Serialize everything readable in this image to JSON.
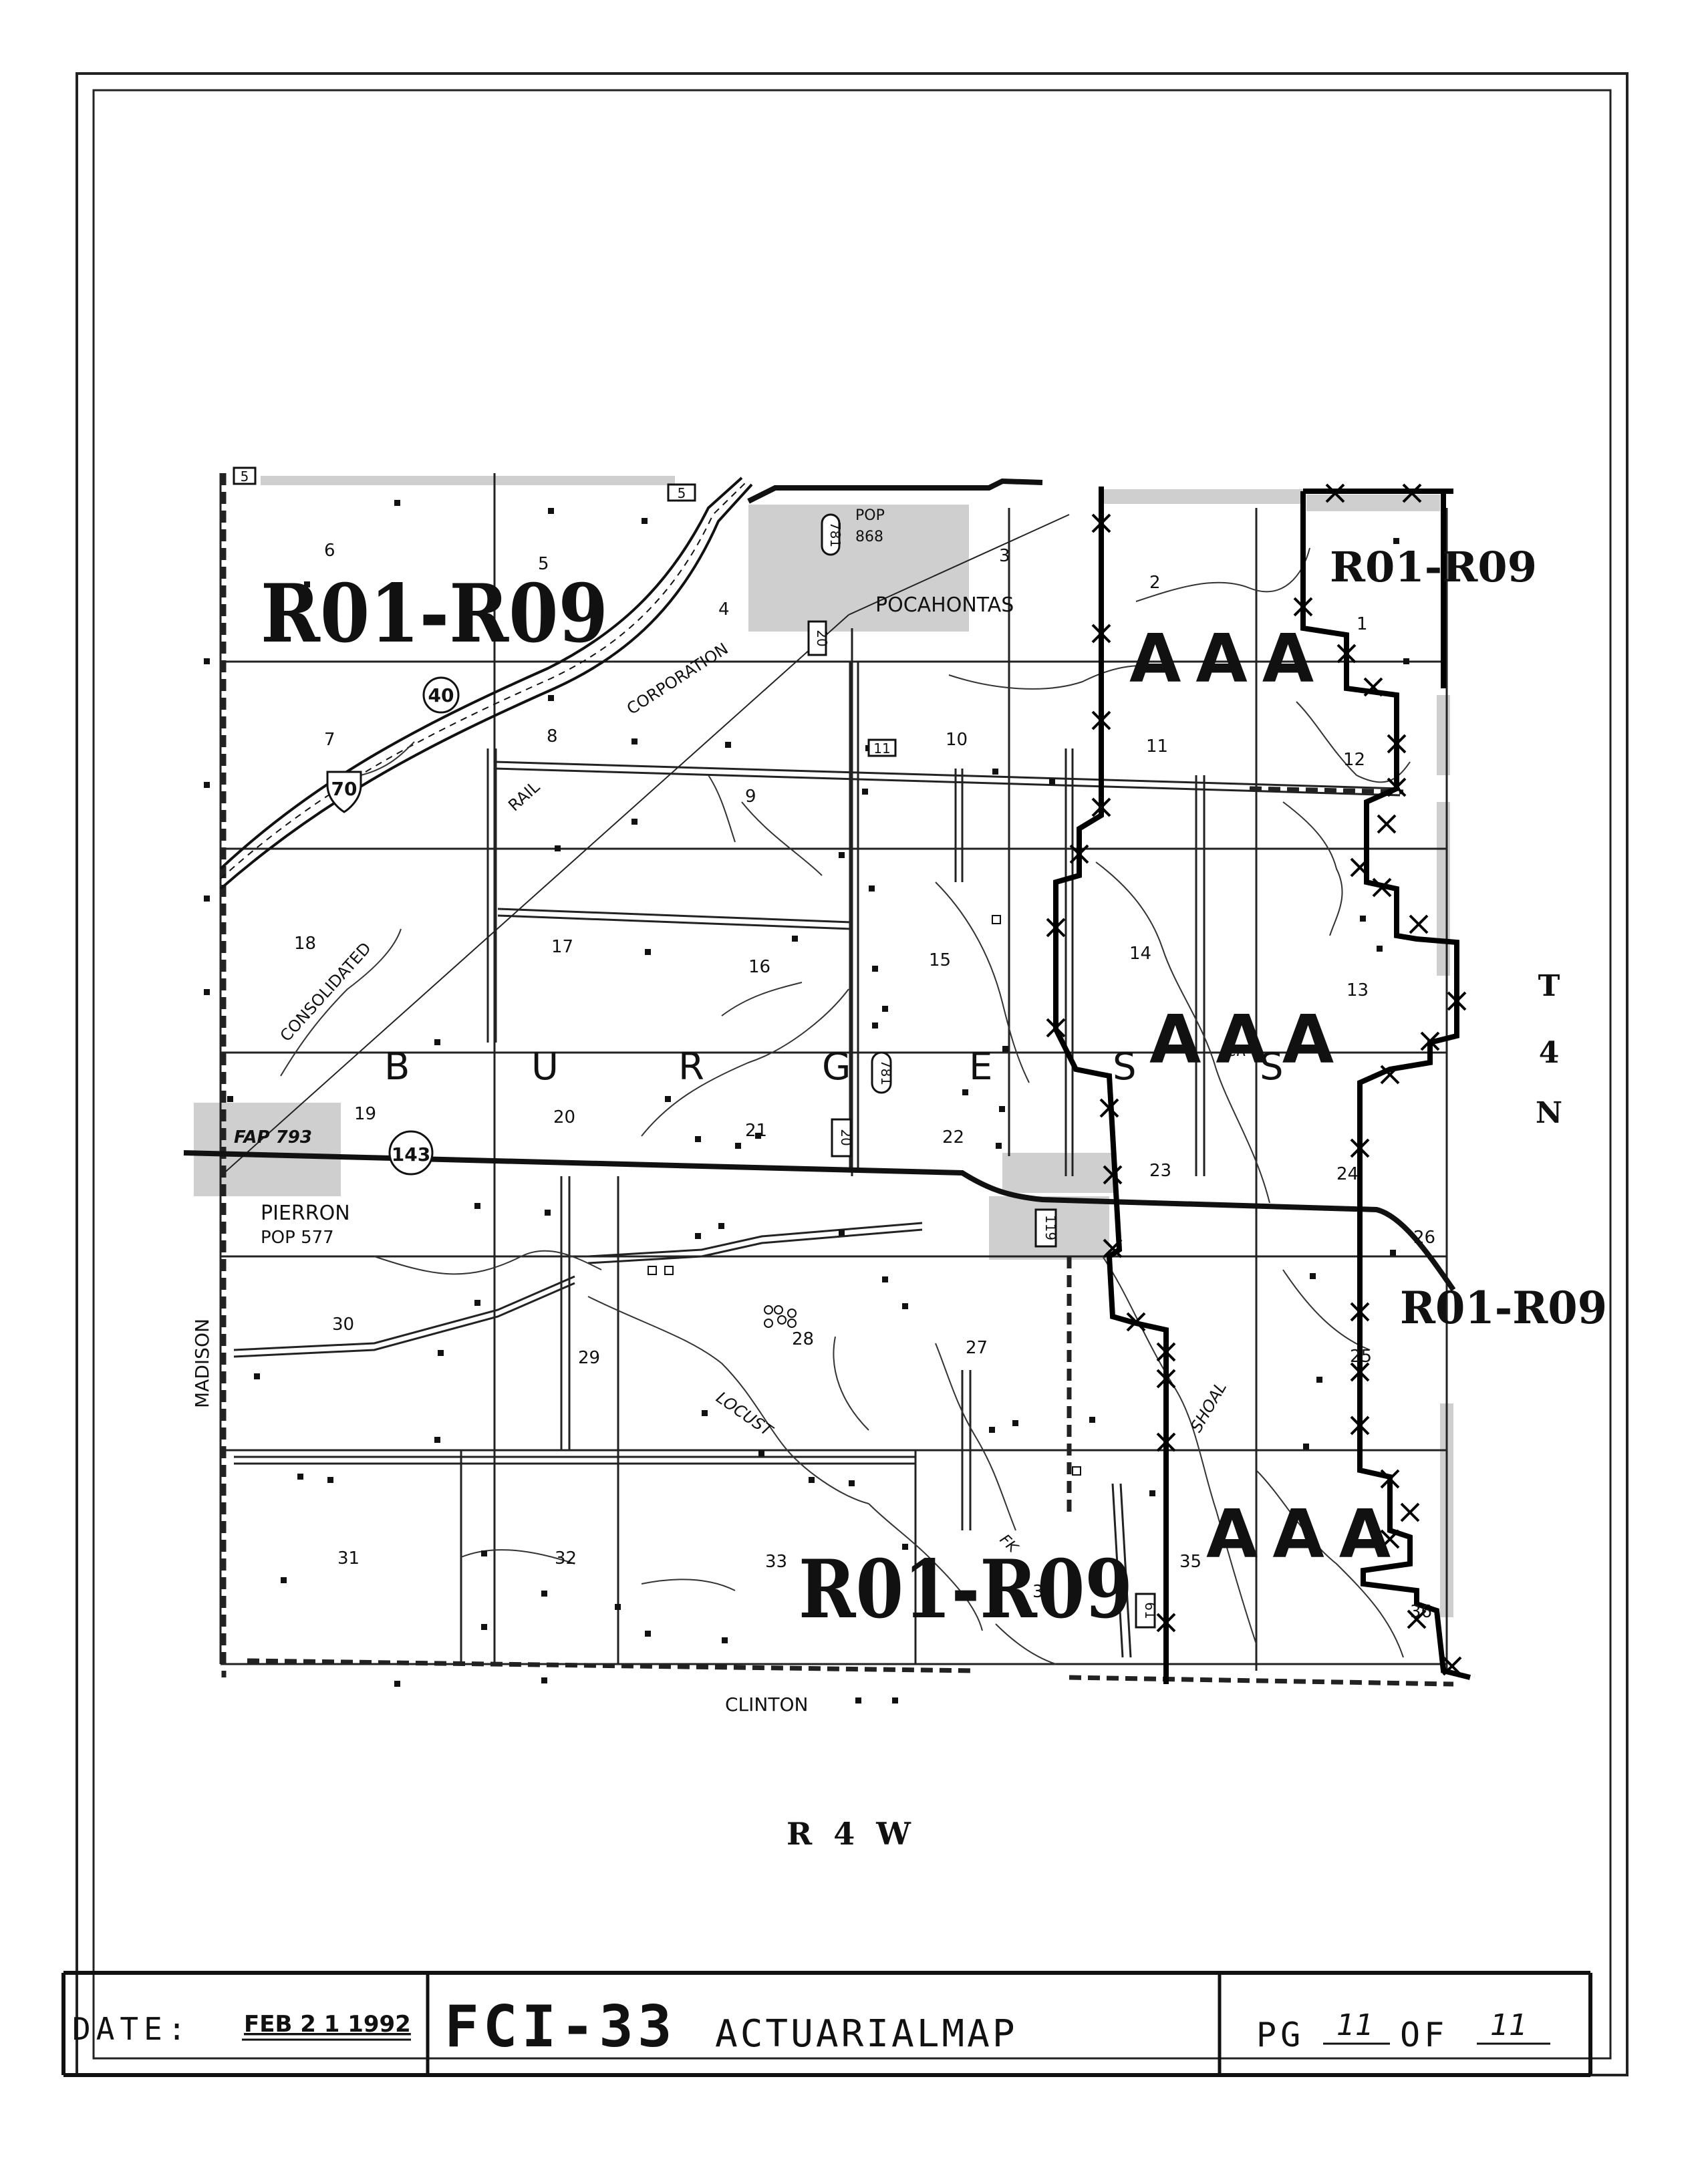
{
  "township": {
    "name_letters": [
      "B",
      "U",
      "R",
      "G",
      "E",
      "S",
      "S"
    ],
    "township_label": [
      "T",
      "4",
      "N"
    ],
    "range_label": "R  4  W"
  },
  "rate_labels": {
    "r1": "R01-R09",
    "r2": "R01-R09",
    "r3": "R01-R09",
    "r4": "R01-R09",
    "aaa1": "AAA",
    "aaa2": "AAA",
    "aaa3": "AAA"
  },
  "places": {
    "pocahontas": "POCAHONTAS",
    "pocahontas_pop": "POP",
    "pocahontas_pop_value": "868",
    "pierron": "PIERRON",
    "pierron_pop": "POP 577",
    "fap": "FAP 793",
    "madison": "MADISON",
    "clinton": "CLINTON"
  },
  "features": {
    "rail": "RAIL",
    "corporation": "CORPORATION",
    "consolidated": "CONSOLIDATED",
    "locust": "LOCUST",
    "shoal": "SHOAL",
    "fk": "FK",
    "cr": "CR"
  },
  "routes": {
    "i70": "70",
    "us40": "40",
    "r143": "143",
    "r5a": "5",
    "r5b": "5",
    "r781a": "781",
    "r781b": "781",
    "r20a": "20",
    "r20b": "20",
    "r11": "11",
    "r61": "61",
    "r119": "119"
  },
  "sections": [
    "1",
    "2",
    "3",
    "4",
    "5",
    "6",
    "7",
    "8",
    "9",
    "10",
    "11",
    "12",
    "13",
    "14",
    "15",
    "16",
    "17",
    "18",
    "19",
    "20",
    "21",
    "22",
    "23",
    "24",
    "25",
    "26",
    "27",
    "28",
    "29",
    "30",
    "31",
    "32",
    "33",
    "34",
    "35",
    "36"
  ],
  "footer": {
    "date_label": "DATE:",
    "date_value": "FEB 2 1 1992",
    "form_id": "FCI-33",
    "form_title": "ACTUARIALMAP",
    "page_label": "PG",
    "page_num": "11",
    "of_label": "OF",
    "page_total": "11"
  }
}
